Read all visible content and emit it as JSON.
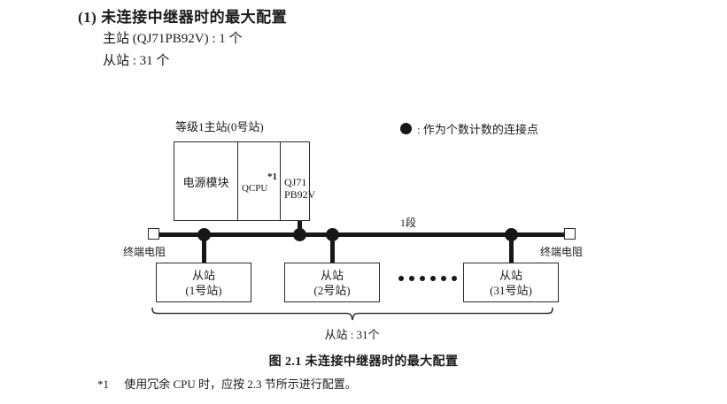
{
  "heading": {
    "number": "(1)",
    "title": "未连接中继器时的最大配置",
    "specs": [
      "主站 (QJ71PB92V) : 1 个",
      "从站 : 31 个"
    ]
  },
  "diagram": {
    "master_label": "等级1主站(0号站)",
    "rack": {
      "power_module": "电源模块",
      "cpu": "QCPU",
      "cpu_note": "*1",
      "network_module_line1": "QJ71",
      "network_module_line2": "PB92V"
    },
    "legend": {
      "symbol": "filled-circle-icon",
      "text": ": 作为个数计数的连接点"
    },
    "segment_label": "1段",
    "terminal_resistor_left": "终端电阻",
    "terminal_resistor_right": "终端电阻",
    "slaves": [
      {
        "name": "从站",
        "station": "(1号站)"
      },
      {
        "name": "从站",
        "station": "(2号站)"
      },
      {
        "name": "从站",
        "station": "(31号站)"
      }
    ],
    "brace_caption": "从站 : 31个"
  },
  "figure_caption": "图 2.1  未连接中继器时的最大配置",
  "footnote": {
    "mark": "*1",
    "text": "使用冗余 CPU 时，应按 2.3 节所示进行配置。"
  },
  "colors": {
    "ink": "#1a1a1a",
    "line": "#2b2b2b",
    "bus": "#171717"
  }
}
